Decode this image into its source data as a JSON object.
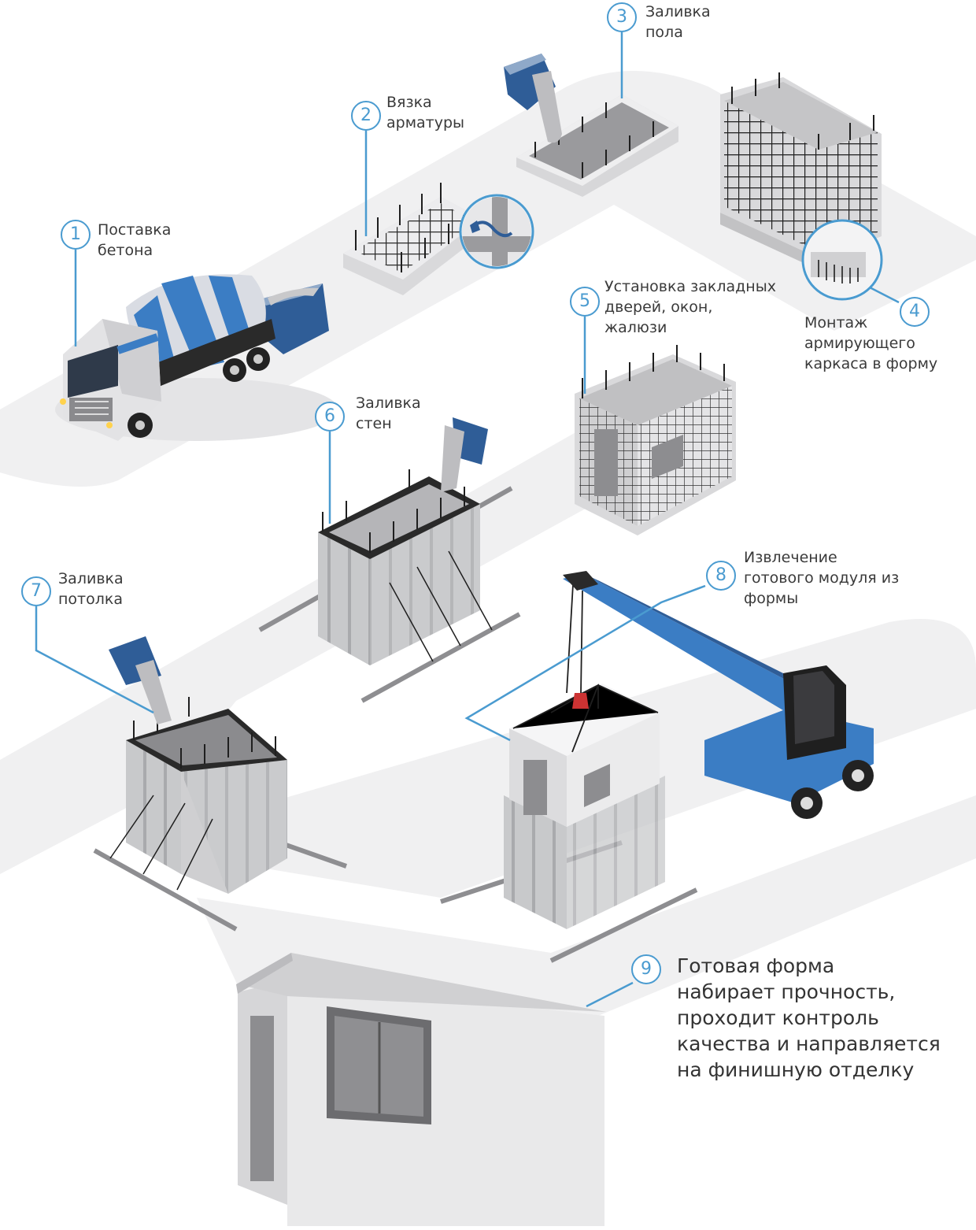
{
  "steps": [
    {
      "number": "1",
      "lines": [
        "Поставка",
        "бетона"
      ]
    },
    {
      "number": "2",
      "lines": [
        "Вязка",
        "арматуры"
      ]
    },
    {
      "number": "3",
      "lines": [
        "Заливка",
        "пола"
      ]
    },
    {
      "number": "4",
      "lines": [
        "Монтаж",
        "армирующего",
        "каркаса в форму"
      ]
    },
    {
      "number": "5",
      "lines": [
        "Установка закладных",
        "дверей, окон,",
        "жалюзи"
      ]
    },
    {
      "number": "6",
      "lines": [
        "Заливка",
        "стен"
      ]
    },
    {
      "number": "7",
      "lines": [
        "Заливка",
        "потолка"
      ]
    },
    {
      "number": "8",
      "lines": [
        "Извлечение",
        "готового модуля из",
        "формы"
      ]
    },
    {
      "number": "9",
      "lines": [
        "Готовая форма",
        "набирает прочность,",
        "проходит контроль",
        "качества и направляется",
        "на финишную отделку"
      ]
    }
  ],
  "colors": {
    "accent": "#4a9bd0",
    "blue_dark": "#2f5d97",
    "blue_mid": "#3b7dc4",
    "road": "#f0f0f1",
    "concrete": "#c9c9cb",
    "rebar": "#222222"
  }
}
